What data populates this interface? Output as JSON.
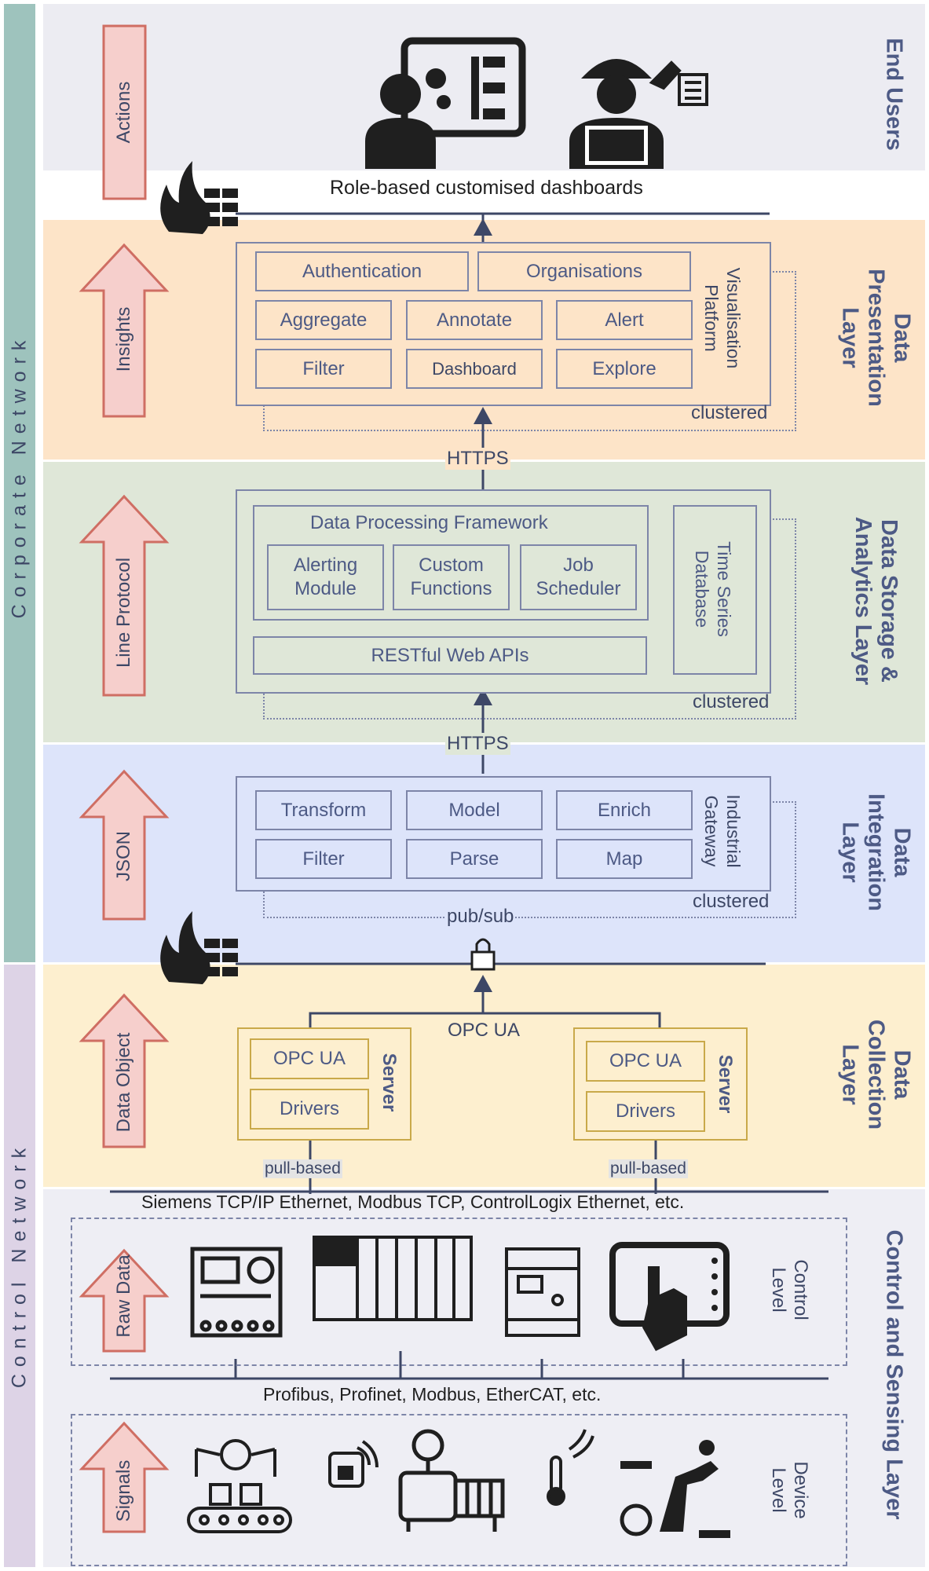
{
  "sidebar": {
    "corporate": "Corporate Network",
    "control": "Control Network"
  },
  "layers": {
    "end_users": {
      "label": "End Users",
      "arrow": "Actions",
      "caption": "Role-based customised dashboards"
    },
    "presentation": {
      "label": "Data Presentation Layer",
      "arrow": "Insights",
      "platform": "Visualisation Platform",
      "clustered": "clustered",
      "boxes": [
        "Authentication",
        "Organisations",
        "Aggregate",
        "Annotate",
        "Alert",
        "Filter",
        "Dashboard",
        "Explore"
      ],
      "link": "HTTPS"
    },
    "storage": {
      "label": "Data Storage & Analytics Layer",
      "arrow": "Line Protocol",
      "framework": "Data Processing Framework",
      "modules": [
        "Alerting Module",
        "Custom Functions",
        "Job Scheduler"
      ],
      "apis": "RESTful Web APIs",
      "tsdb": "Time Series Database",
      "clustered": "clustered",
      "link": "HTTPS"
    },
    "integration": {
      "label": "Data Integration Layer",
      "arrow": "JSON",
      "gateway": "Industrial Gateway",
      "boxes": [
        "Transform",
        "Model",
        "Enrich",
        "Filter",
        "Parse",
        "Map"
      ],
      "clustered": "clustered",
      "link": "pub/sub"
    },
    "collection": {
      "label": "Data Collection Layer",
      "arrow": "Data Object",
      "link": "OPC UA",
      "servers": [
        {
          "title": "Server",
          "top": "OPC UA",
          "bottom": "Drivers",
          "pull": "pull-based"
        },
        {
          "title": "Server",
          "top": "OPC UA",
          "bottom": "Drivers",
          "pull": "pull-based"
        }
      ]
    },
    "control_sensing": {
      "label": "Control and Sensing Layer",
      "protocols_top": "Siemens TCP/IP Ethernet, Modbus TCP, ControlLogix Ethernet, etc.",
      "protocols_bottom": "Profibus, Profinet, Modbus, EtherCAT, etc.",
      "control_level": {
        "label": "Control Level",
        "arrow": "Raw Data"
      },
      "device_level": {
        "label": "Device Level",
        "arrow": "Signals"
      }
    }
  },
  "colors": {
    "end_users_bg": "#ececf2",
    "presentation_bg": "#fde4c8",
    "storage_bg": "#dfe7d8",
    "integration_bg": "#dde4fa",
    "collection_bg": "#fdefcf",
    "control_bg": "#eeeef4",
    "corporate_bar": "#9ec3bd",
    "control_bar": "#ddd3e6",
    "arrow_fill": "#f6cfcc",
    "arrow_stroke": "#cf6e63",
    "line": "#7d85a8",
    "server_border": "#c9a94a",
    "icon": "#1f1f1f"
  },
  "icons": [
    "manager-dashboard-icon",
    "engineer-laptop-icon",
    "building-calculator-icon",
    "firewall-icon",
    "lock-icon",
    "control-panel-icon",
    "plc-rack-icon",
    "plc-module-icon",
    "touchscreen-hmi-icon",
    "conveyor-robot-icon",
    "rfid-tag-icon",
    "motor-pump-icon",
    "thermometer-sensor-icon",
    "robot-arm-icon"
  ]
}
